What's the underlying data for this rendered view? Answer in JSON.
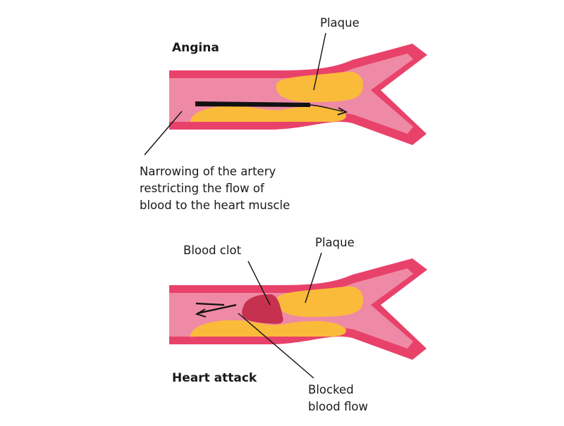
{
  "colors": {
    "wall": "#e8426a",
    "lumen": "#ee8aa5",
    "plaque": "#fbbb3a",
    "clot": "#c6314f",
    "ink": "#111111"
  },
  "angina": {
    "title": "Angina",
    "plaque_label": "Plaque",
    "description": [
      "Narrowing of the artery",
      "restricting the flow of",
      "blood to the heart muscle"
    ]
  },
  "heart_attack": {
    "title": "Heart attack",
    "plaque_label": "Plaque",
    "clot_label": "Blood clot",
    "blocked_label": [
      "Blocked",
      "blood flow"
    ]
  }
}
